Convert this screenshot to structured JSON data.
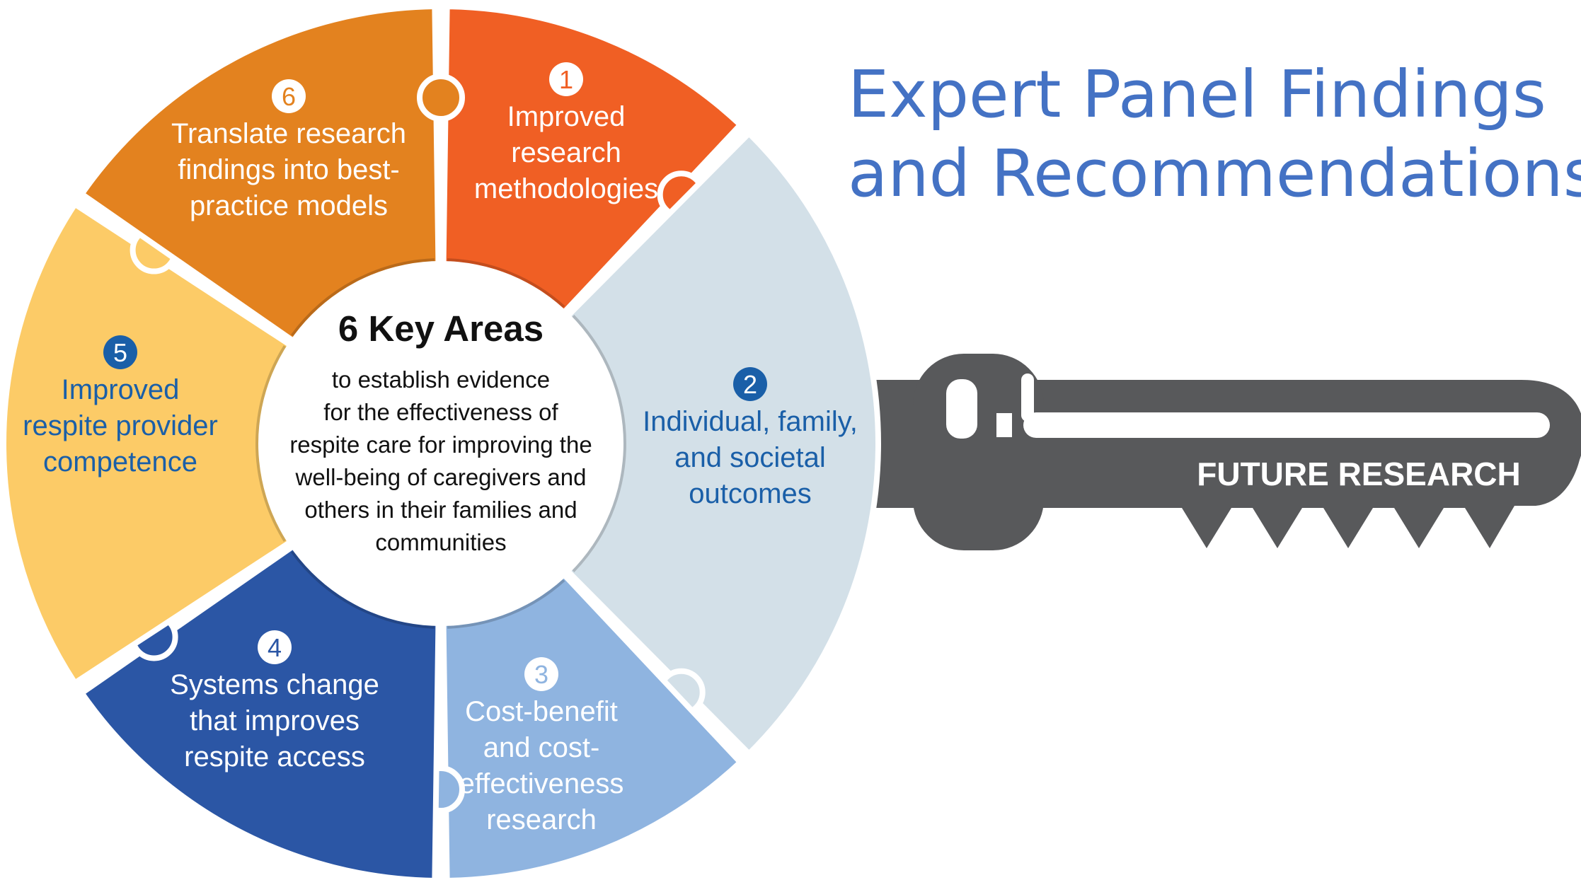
{
  "title": {
    "line1": "Expert Panel Findings",
    "line2": "and Recommendations"
  },
  "center": {
    "heading": "6 Key Areas",
    "lines": [
      "to establish evidence",
      "for the effectiveness of",
      "respite care for improving the",
      "well-being of caregivers and",
      "others in their families and",
      "communities"
    ]
  },
  "segments": [
    {
      "number": "1",
      "lines": [
        "Improved",
        "research",
        "methodologies"
      ],
      "color": "#f05f24",
      "text_color": "#ffffff"
    },
    {
      "number": "2",
      "lines": [
        "Individual, family,",
        "and societal",
        "outcomes"
      ],
      "color": "#d3e0e8",
      "text_color": "#1a5fa8"
    },
    {
      "number": "3",
      "lines": [
        "Cost-benefit",
        "and cost-",
        "effectiveness",
        "research"
      ],
      "color": "#8fb4e0",
      "text_color": "#ffffff"
    },
    {
      "number": "4",
      "lines": [
        "Systems change",
        "that improves",
        "respite access"
      ],
      "color": "#2b56a5",
      "text_color": "#ffffff"
    },
    {
      "number": "5",
      "lines": [
        "Improved",
        "respite provider",
        "competence"
      ],
      "color": "#fccb67",
      "text_color": "#1a5fa8"
    },
    {
      "number": "6",
      "lines": [
        "Translate research",
        "findings into best-",
        "practice models"
      ],
      "color": "#e3821f",
      "text_color": "#ffffff"
    }
  ],
  "key": {
    "label": "FUTURE RESEARCH",
    "color": "#58595b"
  }
}
